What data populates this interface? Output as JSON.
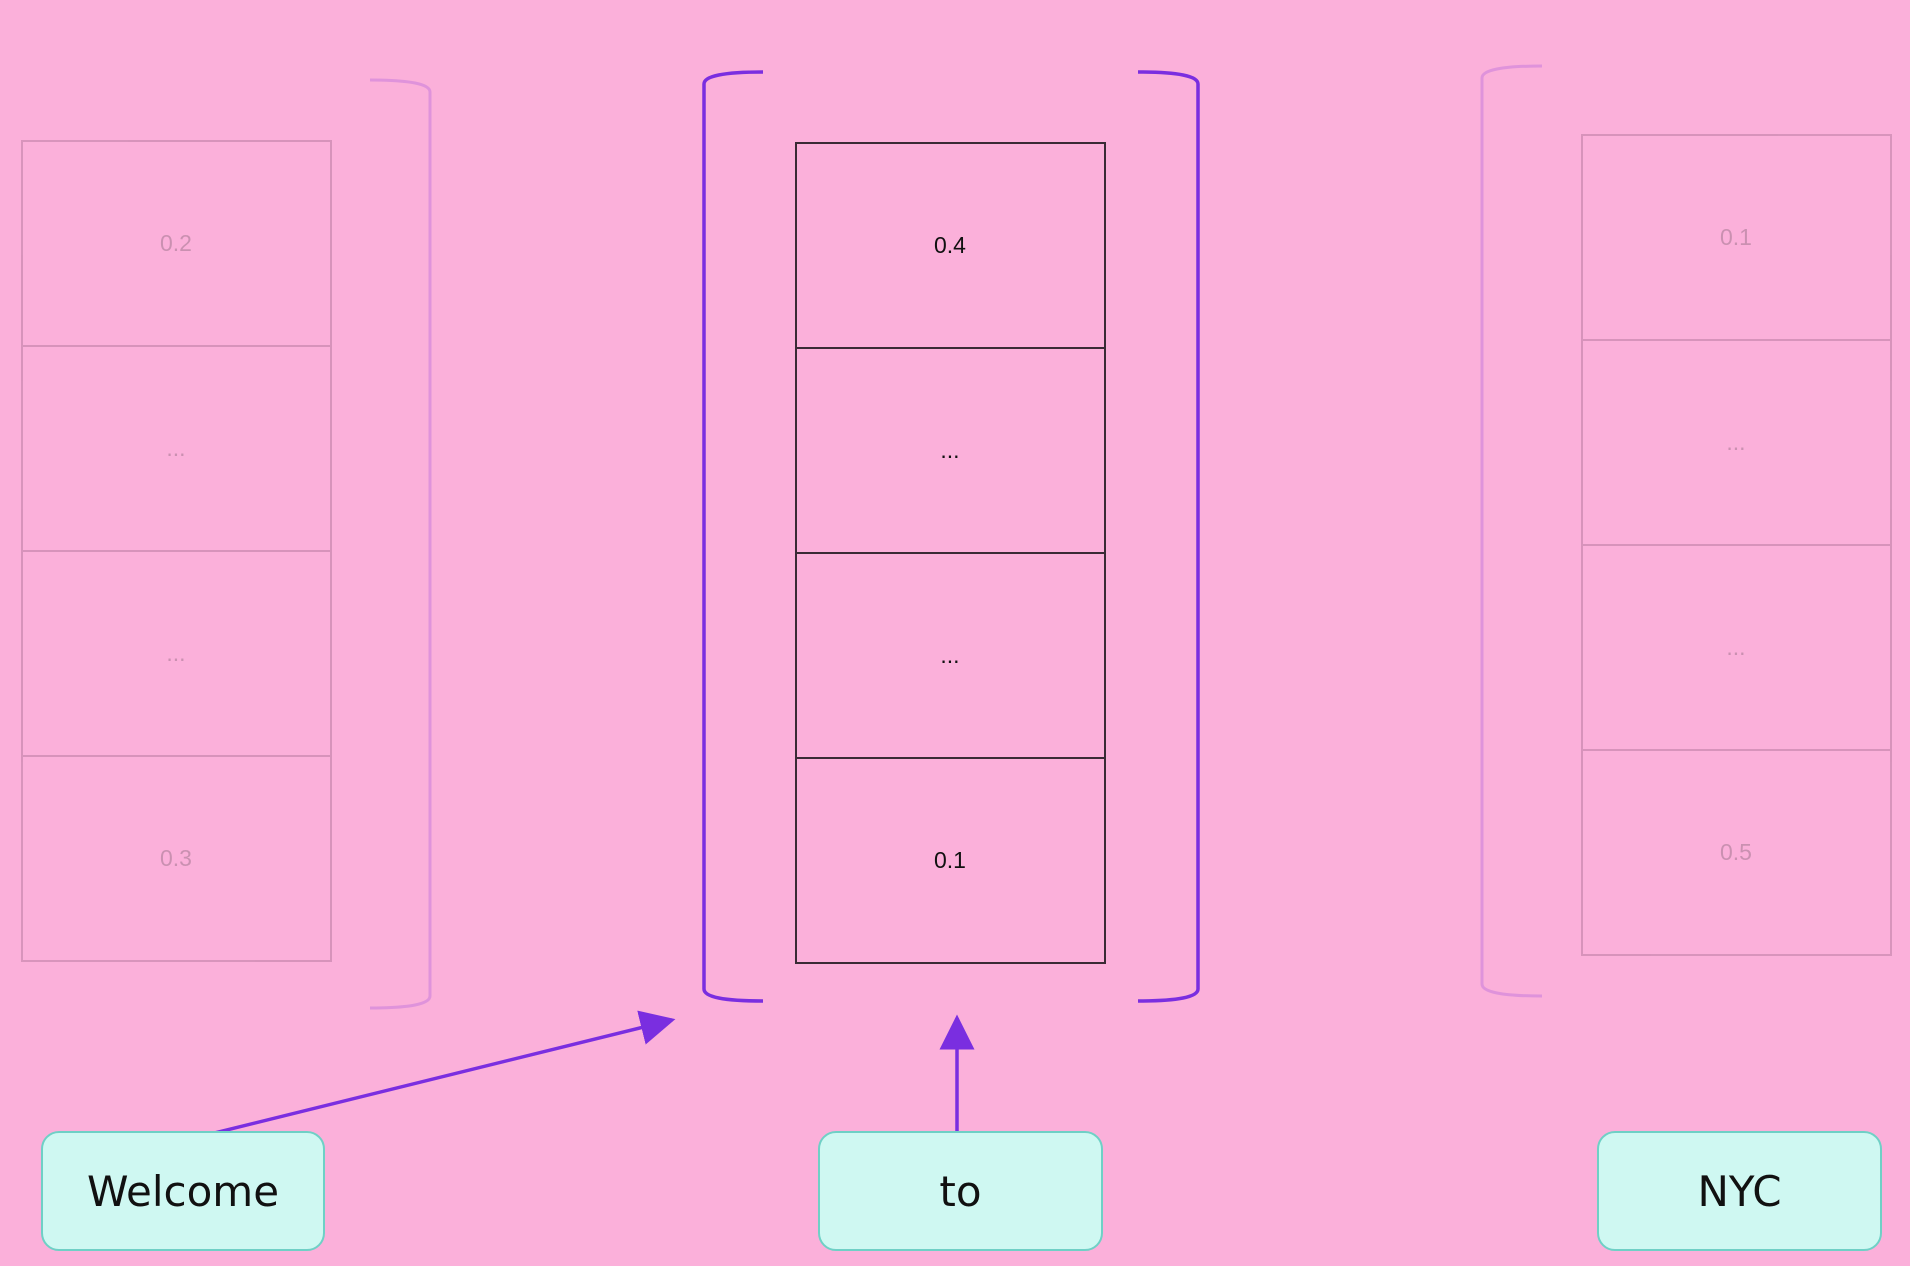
{
  "colors": {
    "background": "#fbb0da",
    "accent": "#7a2ee0",
    "token_fill": "#cff8f2",
    "token_border": "#6fd0c6"
  },
  "tokens": [
    {
      "word": "Welcome",
      "active": false,
      "vector": [
        "0.2",
        "...",
        "...",
        "0.3"
      ]
    },
    {
      "word": "to",
      "active": true,
      "vector": [
        "0.4",
        "...",
        "...",
        "0.1"
      ]
    },
    {
      "word": "NYC",
      "active": false,
      "vector": [
        "0.1",
        "...",
        "...",
        "0.5"
      ]
    }
  ]
}
